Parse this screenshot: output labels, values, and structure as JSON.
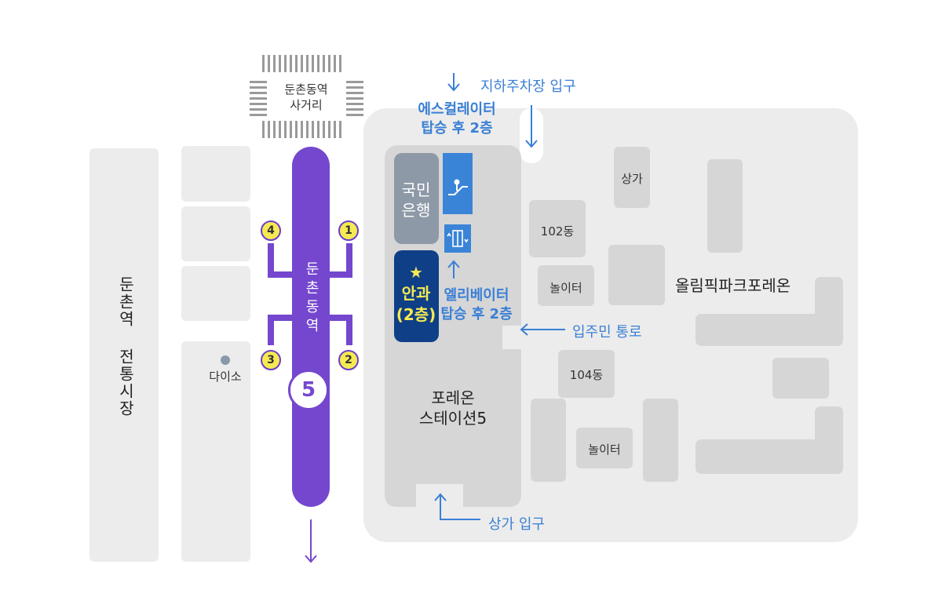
{
  "map": {
    "intersection": {
      "line1": "둔촌동역",
      "line2": "사거리"
    },
    "market": "둔촌역 전통시장",
    "store_daiso": "다이소",
    "station": {
      "name": "둔촌동역",
      "line_number": "5",
      "exits": [
        "1",
        "2",
        "3",
        "4"
      ],
      "color": "#7447ce"
    },
    "parking_entrance": "지하주차장 입구",
    "escalator": {
      "line1": "에스컬레이터",
      "line2": "탑승 후 2층"
    },
    "elevator": {
      "line1": "엘리베이터",
      "line2": "탑승 후 2층"
    },
    "bank": {
      "line1": "국민",
      "line2": "은행"
    },
    "clinic": {
      "star": "★",
      "line1": "안과",
      "line2": "(2층)",
      "color": "#0f3f86"
    },
    "building": {
      "line1": "포레온",
      "line2": "스테이션5"
    },
    "shop_entrance": "상가 입구",
    "resident_path": "입주민 통로",
    "complex_name": "올림픽파크포레온",
    "labels": {
      "store": "상가",
      "dong102": "102동",
      "dong104": "104동",
      "playground1": "놀이터",
      "playground2": "놀이터"
    },
    "accent": "#3a7fd5"
  }
}
